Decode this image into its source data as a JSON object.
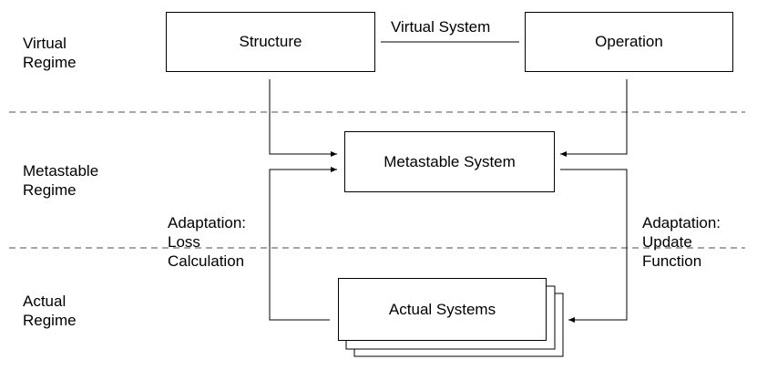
{
  "regimes": {
    "virtual": "Virtual\nRegime",
    "metastable": "Metastable\nRegime",
    "actual": "Actual\nRegime"
  },
  "boxes": {
    "structure": "Structure",
    "operation": "Operation",
    "metastable_system": "Metastable System",
    "actual_systems": "Actual Systems"
  },
  "connector_labels": {
    "virtual_system": "Virtual System",
    "adaptation_left": "Adaptation:\nLoss\nCalculation",
    "adaptation_right": "Adaptation:\nUpdate\nFunction"
  }
}
